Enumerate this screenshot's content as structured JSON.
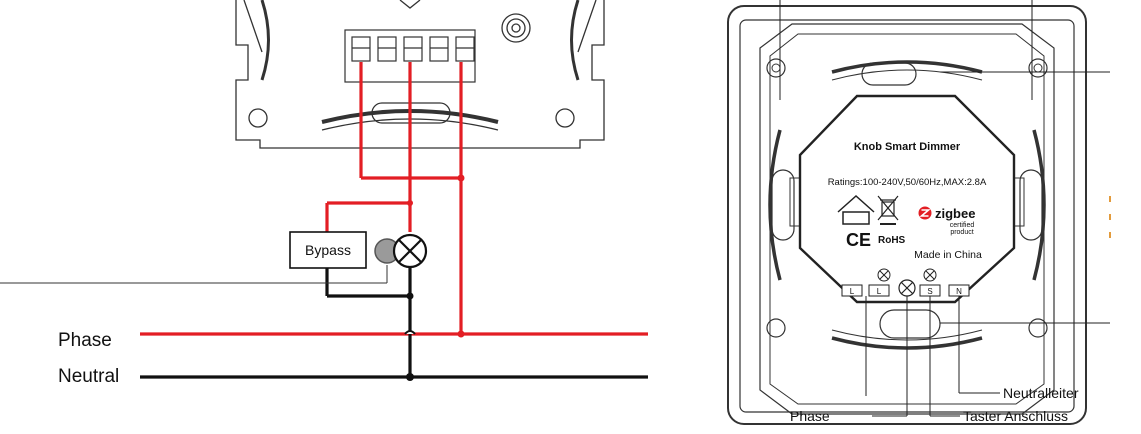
{
  "left_diagram": {
    "bypass_label": "Bypass",
    "phase_label": "Phase",
    "neutral_label": "Neutral",
    "colors": {
      "phase": "#e31e24",
      "neutral": "#111111",
      "outline": "#333333",
      "bypass_fill": "#9a9a9a"
    }
  },
  "device": {
    "title": "Knob  Smart Dimmer",
    "ratings": "Ratings:100-240V,50/60Hz,MAX:2.8A",
    "brand": "zigbee",
    "brand_sub1": "certified",
    "brand_sub2": "product",
    "ce_mark": "CE",
    "rohs_mark": "RoHS",
    "made_in": "Made in China",
    "terminals": [
      "L",
      "L",
      "S",
      "N"
    ],
    "brand_color": "#e31e24"
  },
  "callouts": {
    "phase": "Phase",
    "taster": "Taster Anschluss",
    "neutralleiter": "Neutralleiter"
  }
}
